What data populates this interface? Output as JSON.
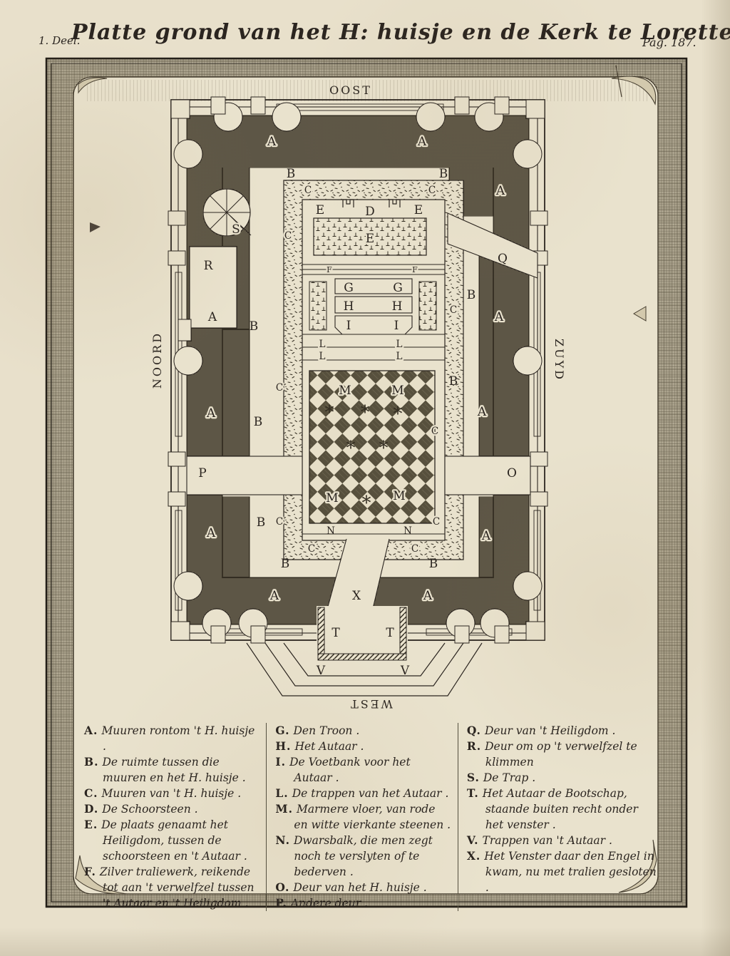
{
  "title": {
    "volume": "1. Deel.",
    "main": "Platte grond van het H: huisje en de Kerk te Lorette.",
    "page": "Pag. 187."
  },
  "compass": {
    "east": "OOST",
    "west": "WEST",
    "north": "NOORD",
    "south": "ZUYD"
  },
  "plan_letters": {
    "a": "A",
    "b": "B",
    "c": "C",
    "d": "D",
    "e": "E",
    "f": "F",
    "g": "G",
    "h": "H",
    "i": "I",
    "l": "L",
    "m": "M",
    "n": "N",
    "o": "O",
    "p": "P",
    "q": "Q",
    "r": "R",
    "s": "S",
    "t": "T",
    "v": "V",
    "x": "X",
    "star": "*"
  },
  "legend": {
    "col1": [
      {
        "key": "A.",
        "text": "Muuren rontom 't H. huisje ."
      },
      {
        "key": "B.",
        "text": "De ruimte tussen die muuren en het H. huisje ."
      },
      {
        "key": "C.",
        "text": "Muuren van 't H. huisje ."
      },
      {
        "key": "D.",
        "text": "De Schoorsteen ."
      },
      {
        "key": "E.",
        "text": "De plaats genaamt het Heiligdom, tussen de schoorsteen en 't Autaar ."
      },
      {
        "key": "F.",
        "text": "Zilver traliewerk, reikende tot aan 't verwelfzel tussen 't Autaar en 't Heiligdom ."
      }
    ],
    "col2": [
      {
        "key": "G.",
        "text": "Den Troon ."
      },
      {
        "key": "H.",
        "text": "Het Autaar ."
      },
      {
        "key": "I.",
        "text": "De Voetbank voor het Autaar ."
      },
      {
        "key": "L.",
        "text": "De trappen van het Autaar ."
      },
      {
        "key": "M.",
        "text": "Marmere vloer, van rode en witte vierkante steenen ."
      },
      {
        "key": "N.",
        "text": "Dwarsbalk, die men zegt noch te verslyten of te bederven ."
      },
      {
        "key": "O.",
        "text": "Deur van het H. huisje ."
      },
      {
        "key": "P.",
        "text": "Andere deur ."
      }
    ],
    "col3": [
      {
        "key": "Q.",
        "text": "Deur van 't Heiligdom ."
      },
      {
        "key": "R.",
        "text": "Deur om op 't verwelfzel te klimmen"
      },
      {
        "key": "S.",
        "text": "De Trap ."
      },
      {
        "key": "T.",
        "text": "Het Autaar de Bootschap, staande buiten recht onder het venster ."
      },
      {
        "key": "V.",
        "text": "Trappen van 't Autaar ."
      },
      {
        "key": "X.",
        "text": "Het Venster daar den Engel in kwam, nu met tralien gesloten ."
      }
    ]
  }
}
